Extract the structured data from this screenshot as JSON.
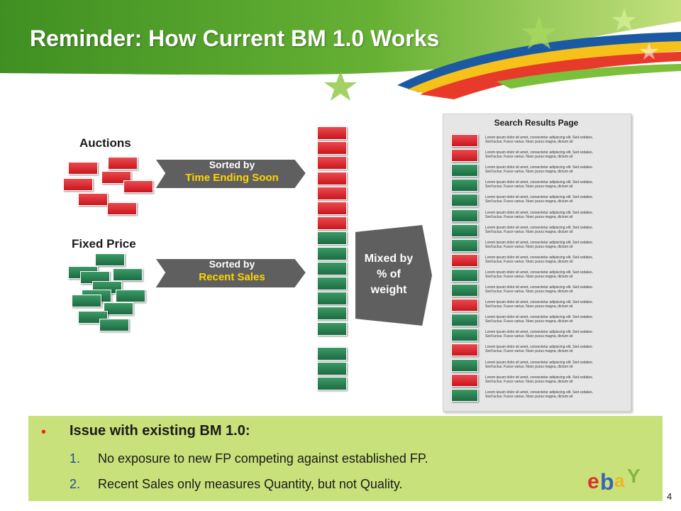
{
  "slide": {
    "title": "Reminder: How Current BM 1.0 Works",
    "page_number": "4"
  },
  "auctions": {
    "label": "Auctions",
    "card_color": "red",
    "arrow_line1": "Sorted by",
    "arrow_line2": "Time Ending Soon"
  },
  "fixed_price": {
    "label": "Fixed Price",
    "card_color": "green",
    "arrow_line1": "Sorted by",
    "arrow_line2": "Recent Sales"
  },
  "middle_column": {
    "groups": [
      {
        "color": "red",
        "count": 7
      },
      {
        "color": "green",
        "count": 7
      },
      {
        "color": "green",
        "count": 3
      }
    ]
  },
  "mixer": {
    "line1": "Mixed by",
    "line2": "% of",
    "line3": "weight"
  },
  "search_results": {
    "title": "Search Results Page",
    "placeholder_line1": "Lorem ipsum dolor sit amet, consectetur adipiscing elit. Sed sodales.",
    "placeholder_line2": "Sed luctus. Fusce varius. Nunc purus magna, dictum sit",
    "rows": [
      "red",
      "red",
      "green",
      "green",
      "green",
      "green",
      "green",
      "green",
      "red",
      "green",
      "green",
      "red",
      "green",
      "green",
      "red",
      "green",
      "red",
      "green"
    ]
  },
  "issue": {
    "heading": "Issue with existing BM 1.0:",
    "items": [
      {
        "num": "1.",
        "text": "No exposure to new FP competing against established FP."
      },
      {
        "num": "2.",
        "text": "Recent Sales only measures Quantity, but not Quality."
      }
    ]
  },
  "colors": {
    "header_green": "#5aa832",
    "issue_bg": "#c9e17a",
    "card_red": "#d42027",
    "card_green": "#2a7d52",
    "arrow_gray": "#6a6a6a",
    "highlight_yellow": "#ffd400"
  },
  "logo": {
    "text": "ebay"
  }
}
